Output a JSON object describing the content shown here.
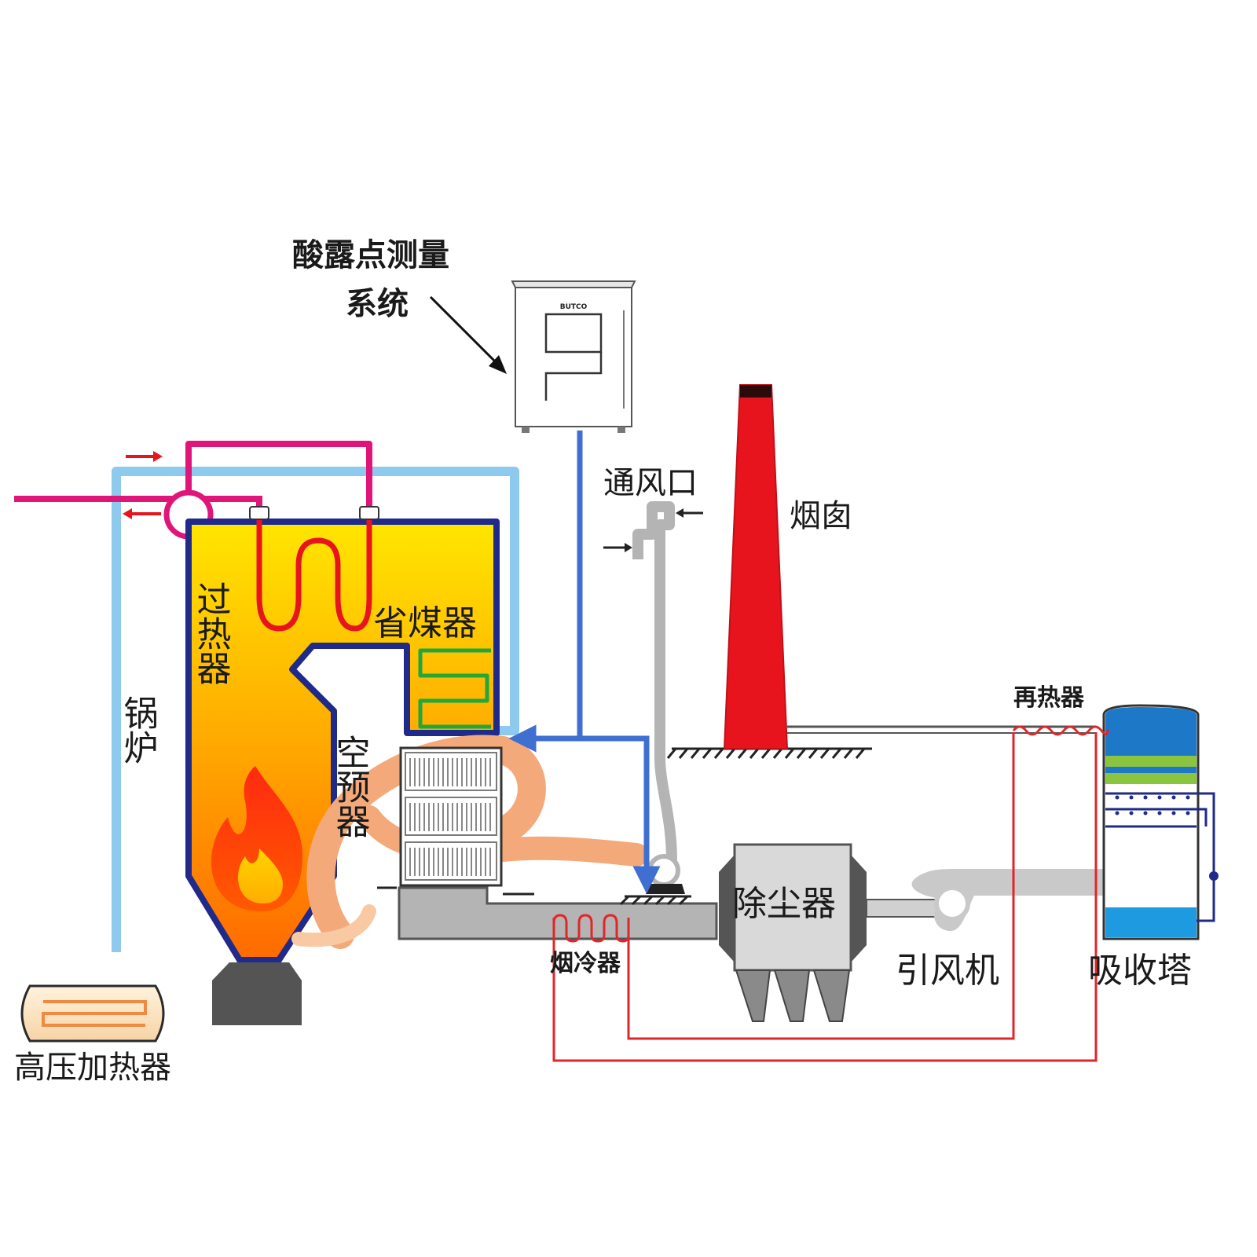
{
  "labels": {
    "measurement_system_line1": "酸露点测量",
    "measurement_system_line2": "系统",
    "monitor_brand": "BUTCO",
    "vent": "通风口",
    "chimney": "烟囱",
    "superheater": "过热器",
    "economizer": "省煤器",
    "boiler": "锅炉",
    "air_preheater": "空预器",
    "dust_collector": "除尘器",
    "induced_draft_fan": "引风机",
    "absorption_tower": "吸收塔",
    "reheater": "再热器",
    "flue_gas_cooler": "烟冷器",
    "high_pressure_heater": "高压加热器"
  },
  "colors": {
    "steam_pipe": "#e0157a",
    "water_pipe": "#8ec9ee",
    "signal_pipe": "#3f6fd1",
    "hot_loop": "#e0262b",
    "chimney": "#e8141d",
    "duct": "#b4b4b4",
    "furnace_outline": "#1f2a8a",
    "coil_green": "#22a83a",
    "tower_blue": "#1e78c8",
    "tower_band": "#8bc53f"
  }
}
